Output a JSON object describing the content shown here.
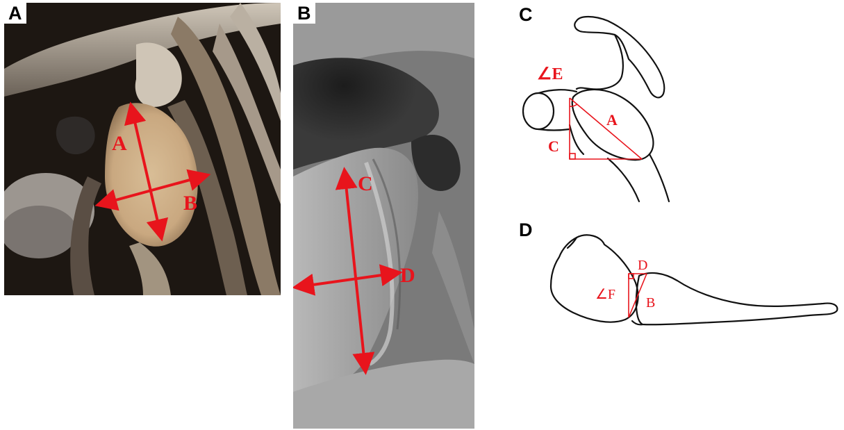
{
  "panels": {
    "a": {
      "label": "A",
      "arrow_labels": {
        "long_axis": "A",
        "short_axis": "B"
      }
    },
    "b": {
      "label": "B",
      "arrow_labels": {
        "long_axis": "C",
        "short_axis": "D"
      }
    },
    "c": {
      "label": "C",
      "annotations": {
        "angle": "∠E",
        "hypotenuse": "A",
        "vertical_side": "C"
      }
    },
    "d": {
      "label": "D",
      "annotations": {
        "angle": "∠F",
        "top": "D",
        "side": "B"
      }
    }
  },
  "colors": {
    "annotation_red": "#e8141c",
    "line_art": "#111111"
  }
}
